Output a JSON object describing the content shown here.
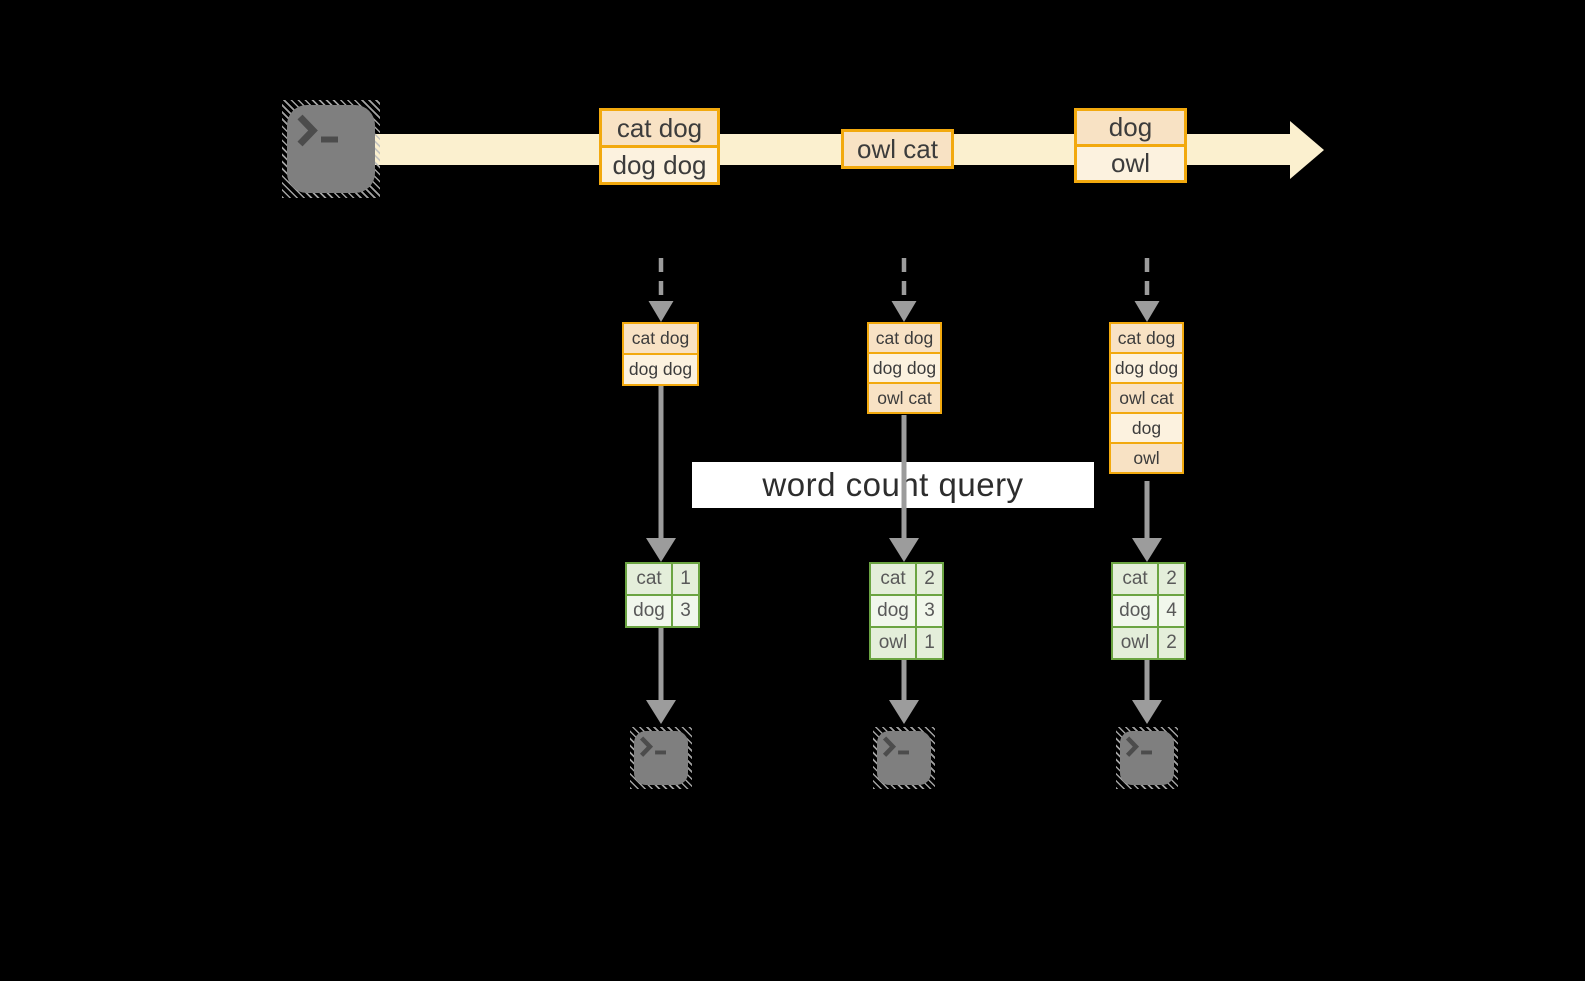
{
  "diagram": {
    "query_label": "word count query",
    "stream": {
      "groups": [
        {
          "rows": [
            "cat dog",
            "dog dog"
          ]
        },
        {
          "rows": [
            "owl cat"
          ]
        },
        {
          "rows": [
            "dog",
            "owl"
          ]
        }
      ]
    },
    "windows": [
      {
        "rows": [
          "cat dog",
          "dog dog"
        ]
      },
      {
        "rows": [
          "cat dog",
          "dog dog",
          "owl cat"
        ]
      },
      {
        "rows": [
          "cat dog",
          "dog dog",
          "owl cat",
          "dog",
          "owl"
        ]
      }
    ],
    "results": [
      {
        "rows": [
          {
            "word": "cat",
            "count": "1"
          },
          {
            "word": "dog",
            "count": "3"
          }
        ]
      },
      {
        "rows": [
          {
            "word": "cat",
            "count": "2"
          },
          {
            "word": "dog",
            "count": "3"
          },
          {
            "word": "owl",
            "count": "1"
          }
        ]
      },
      {
        "rows": [
          {
            "word": "cat",
            "count": "2"
          },
          {
            "word": "dog",
            "count": "4"
          },
          {
            "word": "owl",
            "count": "2"
          }
        ]
      }
    ],
    "icons": {
      "source": "terminal-icon",
      "sinks": [
        "terminal-icon",
        "terminal-icon",
        "terminal-icon"
      ]
    },
    "colors": {
      "background": "#000000",
      "stream_band": "#fbf0cf",
      "event_border": "#f2a90e",
      "event_fill_a": "#f8e2c4",
      "event_fill_b": "#fcf2df",
      "result_border": "#6ba442",
      "result_fill_a": "#e4eeda",
      "result_fill_b": "#f1f7ec",
      "arrow_gray": "#9c9c9c",
      "terminal_gray": "#7f7f7f",
      "banner_bg": "#ffffff"
    }
  }
}
